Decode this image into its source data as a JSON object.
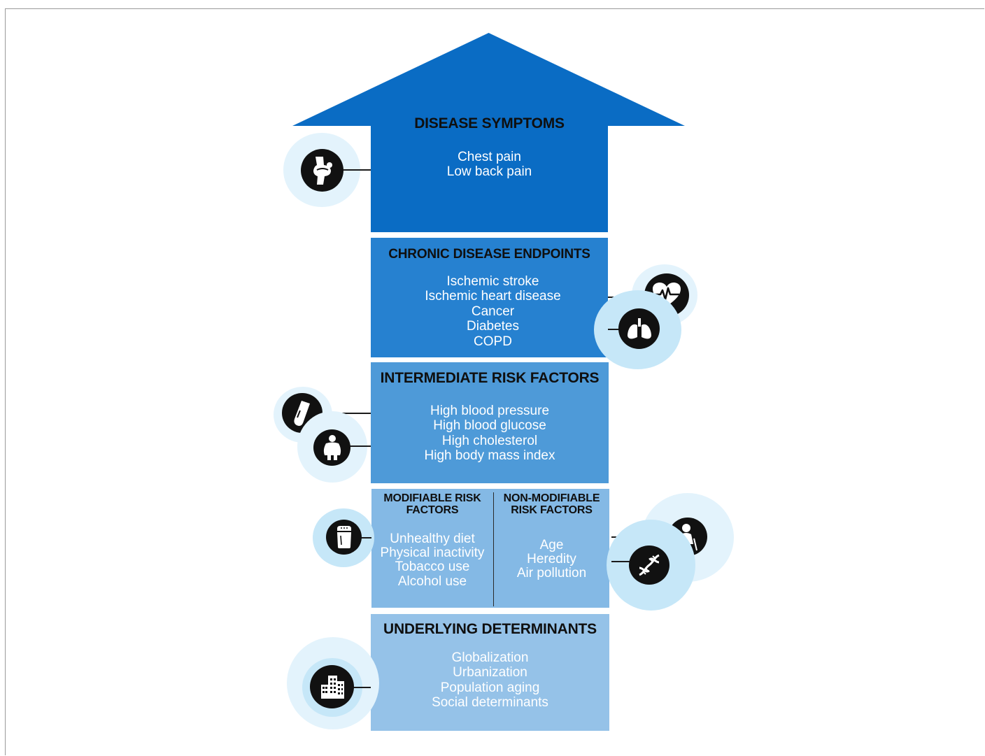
{
  "levels": {
    "symptoms": {
      "title": "DISEASE SYMPTOMS",
      "items": [
        "Chest pain",
        "Low back pain"
      ]
    },
    "chronic": {
      "title": "CHRONIC DISEASE ENDPOINTS",
      "items": [
        "Ischemic stroke",
        "Ischemic heart disease",
        "Cancer",
        "Diabetes",
        "COPD"
      ]
    },
    "intermediate": {
      "title": "INTERMEDIATE RISK FACTORS",
      "items": [
        "High blood pressure",
        "High blood glucose",
        "High cholesterol",
        "High body mass index"
      ]
    },
    "modifiable": {
      "title_line1": "MODIFIABLE RISK",
      "title_line2": "FACTORS",
      "items": [
        "Unhealthy diet",
        "Physical inactivity",
        "Tobacco use",
        "Alcohol use"
      ]
    },
    "non_modifiable": {
      "title_line1": "NON-MODIFIABLE",
      "title_line2": "RISK FACTORS",
      "items": [
        "Age",
        "Heredity",
        "Air pollution"
      ]
    },
    "underlying": {
      "title": "UNDERLYING DETERMINANTS",
      "items": [
        "Globalization",
        "Urbanization",
        "Population aging",
        "Social determinants"
      ]
    }
  },
  "icons": [
    "knee-joint-icon",
    "heart-pulse-icon",
    "lungs-icon",
    "test-tube-icon",
    "obese-person-icon",
    "salt-shaker-icon",
    "elderly-person-icon",
    "dna-icon",
    "buildings-icon"
  ],
  "colors": {
    "arrow": "#0a6cc4",
    "chronic": "#2681d0",
    "intermediate": "#4e9ad8",
    "modifiable": "#84b9e5",
    "underlying": "#95c2e8",
    "halo": "#e3f3fc",
    "halo_strong": "#c6e7f8",
    "icon": "#111111"
  }
}
